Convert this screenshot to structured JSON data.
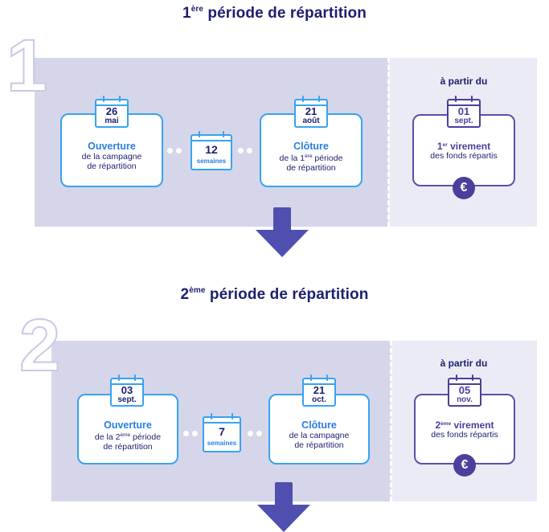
{
  "periods": [
    {
      "number": "1",
      "title_prefix": "1",
      "title_sup": "ère",
      "title_rest": " période de répartition",
      "open": {
        "cal_day": "26",
        "cal_month": "mai",
        "label": "Ouverture",
        "line1": "de la campagne",
        "line2": "de répartition"
      },
      "duration": {
        "value": "12",
        "unit": "semaines"
      },
      "close": {
        "cal_day": "21",
        "cal_month": "août",
        "label": "Clôture",
        "line1_pre": "de la 1",
        "line1_sup": "ère",
        "line1_post": " période",
        "line2": "de répartition"
      },
      "payout": {
        "from_label": "à partir du",
        "cal_day": "01",
        "cal_month": "sept.",
        "ord_prefix": "1",
        "ord_sup": "er",
        "ord_rest": " virement",
        "line2": "des fonds répartis",
        "euro": "€"
      }
    },
    {
      "number": "2",
      "title_prefix": "2",
      "title_sup": "ème",
      "title_rest": " période de répartition",
      "open": {
        "cal_day": "03",
        "cal_month": "sept.",
        "label": "Ouverture",
        "line1_pre": "de la 2",
        "line1_sup": "ème",
        "line1_post": " période",
        "line2": "de répartition"
      },
      "duration": {
        "value": "7",
        "unit": "semaines"
      },
      "close": {
        "cal_day": "21",
        "cal_month": "oct.",
        "label": "Clôture",
        "line1": "de la campagne",
        "line2": "de répartition"
      },
      "payout": {
        "from_label": "à partir du",
        "cal_day": "05",
        "cal_month": "nov.",
        "ord_prefix": "2",
        "ord_sup": "ème",
        "ord_rest": " virement",
        "line2": "des fonds répartis",
        "euro": "€"
      }
    }
  ],
  "colors": {
    "band": "#d6d6ea",
    "band_light": "#ebebf5",
    "navy": "#1c1f6e",
    "blue": "#38a3f0",
    "purple": "#4a3f9a",
    "arrow": "#4f4fb0"
  }
}
